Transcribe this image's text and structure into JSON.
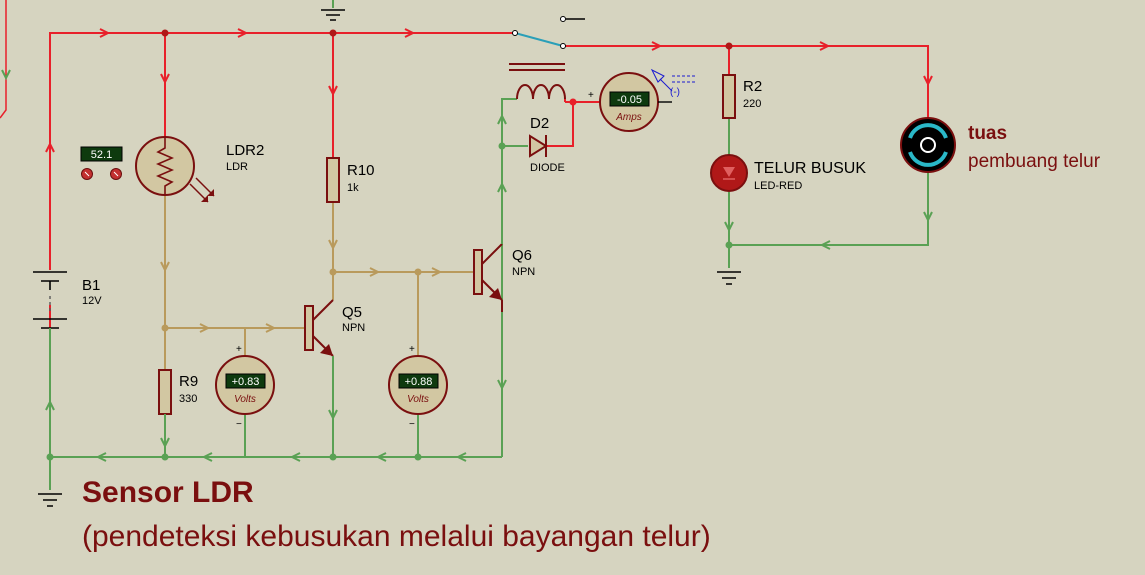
{
  "components": {
    "ldr2": {
      "ref": "LDR2",
      "value": "LDR",
      "display": "52.1"
    },
    "r10": {
      "ref": "R10",
      "value": "1k"
    },
    "r9": {
      "ref": "R9",
      "value": "330"
    },
    "b1": {
      "ref": "B1",
      "value": "12V"
    },
    "q5": {
      "ref": "Q5",
      "value": "NPN"
    },
    "q6": {
      "ref": "Q6",
      "value": "NPN"
    },
    "d2": {
      "ref": "D2",
      "value": "DIODE"
    },
    "r2": {
      "ref": "R2",
      "value": "220"
    },
    "led": {
      "ref": "TELUR BUSUK",
      "value": "LED-RED"
    }
  },
  "meters": {
    "amps": {
      "reading": "-0.05",
      "unit": "Amps",
      "plus": "+",
      "minus": "(-)"
    },
    "volt1": {
      "reading": "+0.83",
      "unit": "Volts",
      "plus": "+",
      "minus": "−"
    },
    "volt2": {
      "reading": "+0.88",
      "unit": "Volts",
      "plus": "+",
      "minus": "−"
    }
  },
  "motor": {
    "title": "tuas",
    "subtitle": "pembuang telur"
  },
  "caption": {
    "title": "Sensor LDR",
    "subtitle": "(pendeteksi kebusukan melalui bayangan telur)"
  },
  "colors": {
    "high": "#e8202a",
    "low": "#5aa154",
    "mid": "#b99a5c",
    "outline": "#7a0f0f"
  }
}
